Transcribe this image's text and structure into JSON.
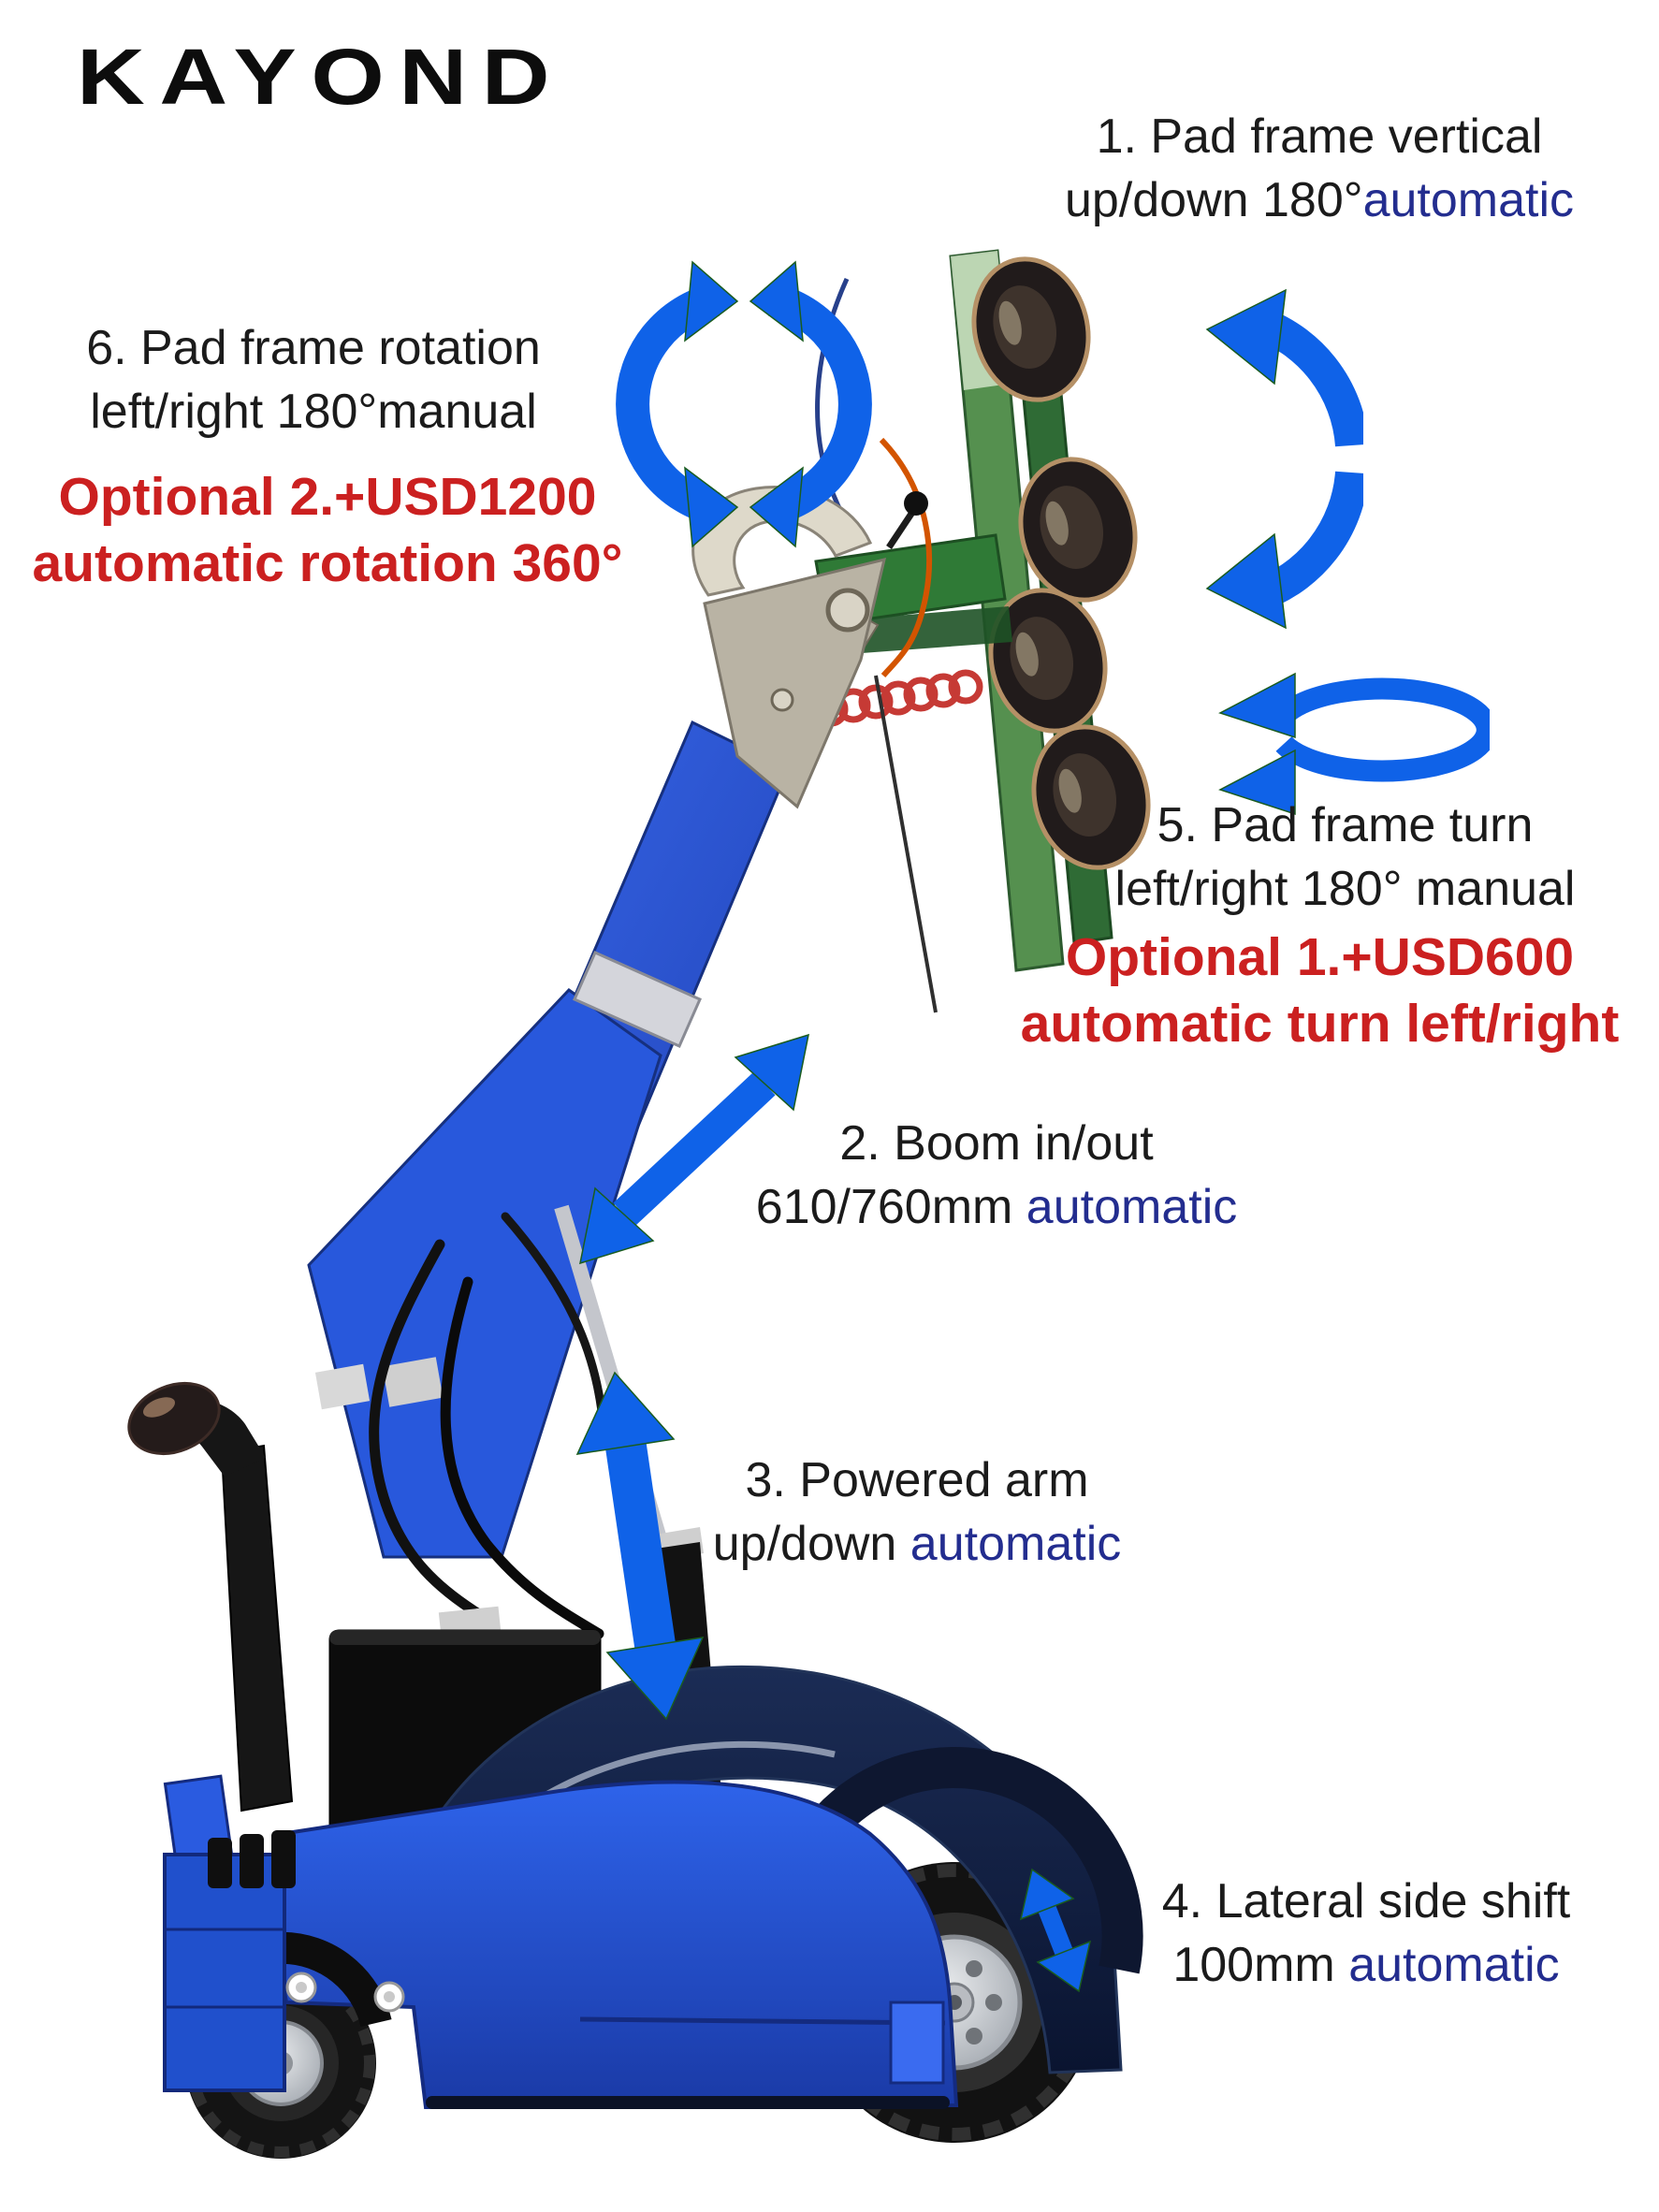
{
  "logo": {
    "text": "KAYOND"
  },
  "colors": {
    "arrow_blue": "#0f62e8",
    "navy_highlight_text": "#232d8f",
    "red_note_text": "#cb2020",
    "machine_blue": "#2a5be0",
    "chassis_navy": "#0e1730",
    "pad_frame_green": "#55904f",
    "black_text": "#1b1b1b"
  },
  "annotations": {
    "pad_vertical": {
      "line1": "1. Pad frame vertical",
      "line2": "up/down 180°",
      "line2_highlight": "automatic"
    },
    "pad_rotation": {
      "line1": "6. Pad frame rotation",
      "line2": "left/right 180°manual",
      "line2_highlight": ""
    },
    "pad_turn": {
      "line1": "5. Pad frame turn",
      "line2": "left/right 180° manual",
      "line2_highlight": ""
    },
    "boom_inout": {
      "line1": "2. Boom in/out",
      "line2": "610/760mm ",
      "line2_highlight": "automatic"
    },
    "powered_arm": {
      "line1": "3. Powered arm",
      "line2": "up/down ",
      "line2_highlight": "automatic"
    },
    "lateral_shift": {
      "line1": "4. Lateral side shift",
      "line2": "100mm ",
      "line2_highlight": "automatic"
    },
    "optional_rotation": {
      "line1": "Optional 2.+USD1200",
      "line2": "automatic rotation 360°"
    },
    "optional_turn": {
      "line1": "Optional 1.+USD600",
      "line2": "automatic turn left/right"
    }
  },
  "icons": [
    {
      "name": "rotation-cycle-icon"
    },
    {
      "name": "arc-swing-icon"
    },
    {
      "name": "flat-turn-icon"
    },
    {
      "name": "boom-extend-arrow-icon"
    },
    {
      "name": "arm-updown-arrow-icon"
    },
    {
      "name": "side-shift-arrow-icon"
    }
  ]
}
